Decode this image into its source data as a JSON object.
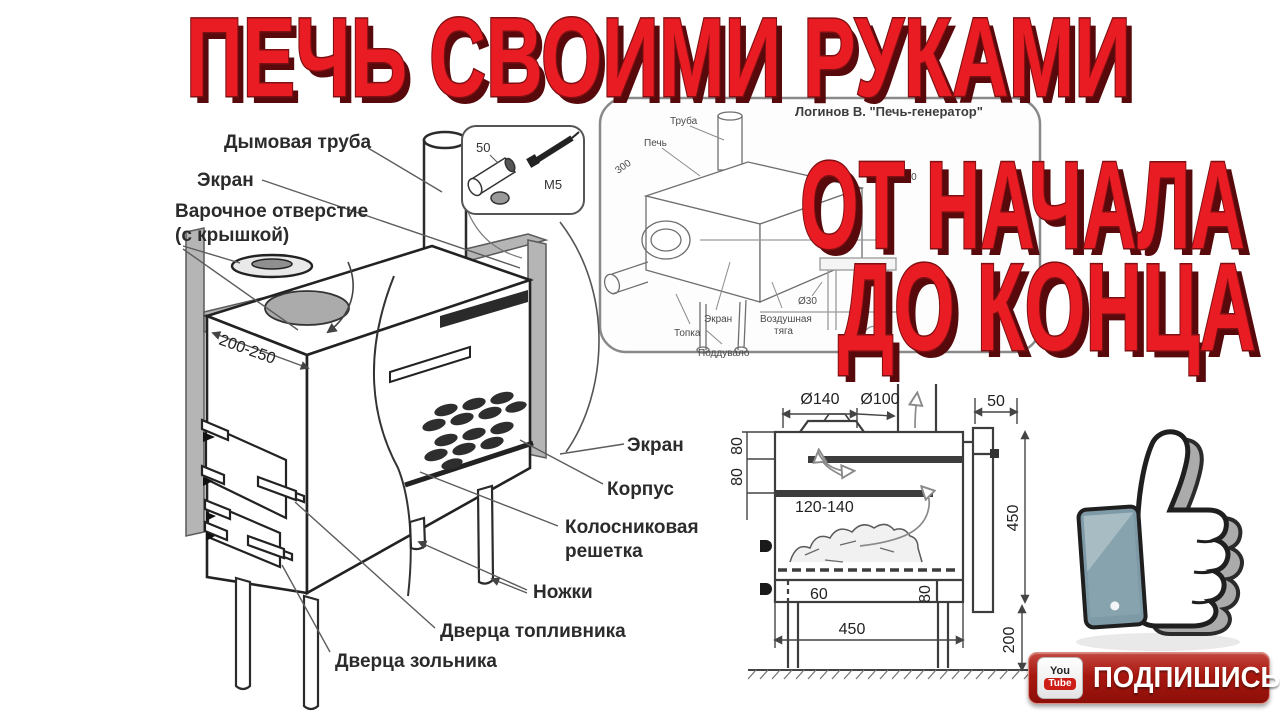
{
  "title": {
    "line1": "ПЕЧЬ СВОИМИ РУКАМИ",
    "line2": "ОТ НАЧАЛА",
    "line3": "ДО КОНЦА"
  },
  "colors": {
    "title_red": "#e81c22",
    "title_shadow": "#57090c",
    "screen_gray": "#b5b5b5",
    "button_red": "#a8170f"
  },
  "main_diagram": {
    "labels": {
      "chimney": "Дымовая труба",
      "screen_top": "Экран",
      "cook_hole_line1": "Варочное отверстие",
      "cook_hole_line2": "(с крышкой)",
      "width_dim": "200-250",
      "screen_side": "Экран",
      "body": "Корпус",
      "grate_line1": "Колосниковая",
      "grate_line2": "решетка",
      "legs": "Ножки",
      "firebox_door": "Дверца топливника",
      "ash_door": "Дверца зольника"
    },
    "inset": {
      "dim": "50",
      "bolt": "M5"
    }
  },
  "generator_diagram": {
    "caption": "Логинов В. \"Печь-генератор\"",
    "labels": {
      "pipe": "Труба",
      "stove": "Печь",
      "dim_300": "300",
      "dim_460": "460",
      "screen": "Экран",
      "draft_line1": "Воздушная",
      "draft_line2": "тяга",
      "firebox": "Топка",
      "ash_pit": "Поддувало",
      "pipe_dia": "Ø30"
    }
  },
  "section_diagram": {
    "dims": {
      "lid_dia": "Ø140",
      "pipe_dia": "Ø100",
      "screen_gap": "50",
      "upper_80": "80",
      "lower_80": "80",
      "firebox_h": "120-140",
      "height": "450",
      "ash_60": "60",
      "ash_80": "80",
      "width": "450",
      "legs_h": "200"
    }
  },
  "subscribe": {
    "label": "ПОДПИШИСЬ!",
    "logo_top": "You",
    "logo_bottom": "Tube"
  }
}
